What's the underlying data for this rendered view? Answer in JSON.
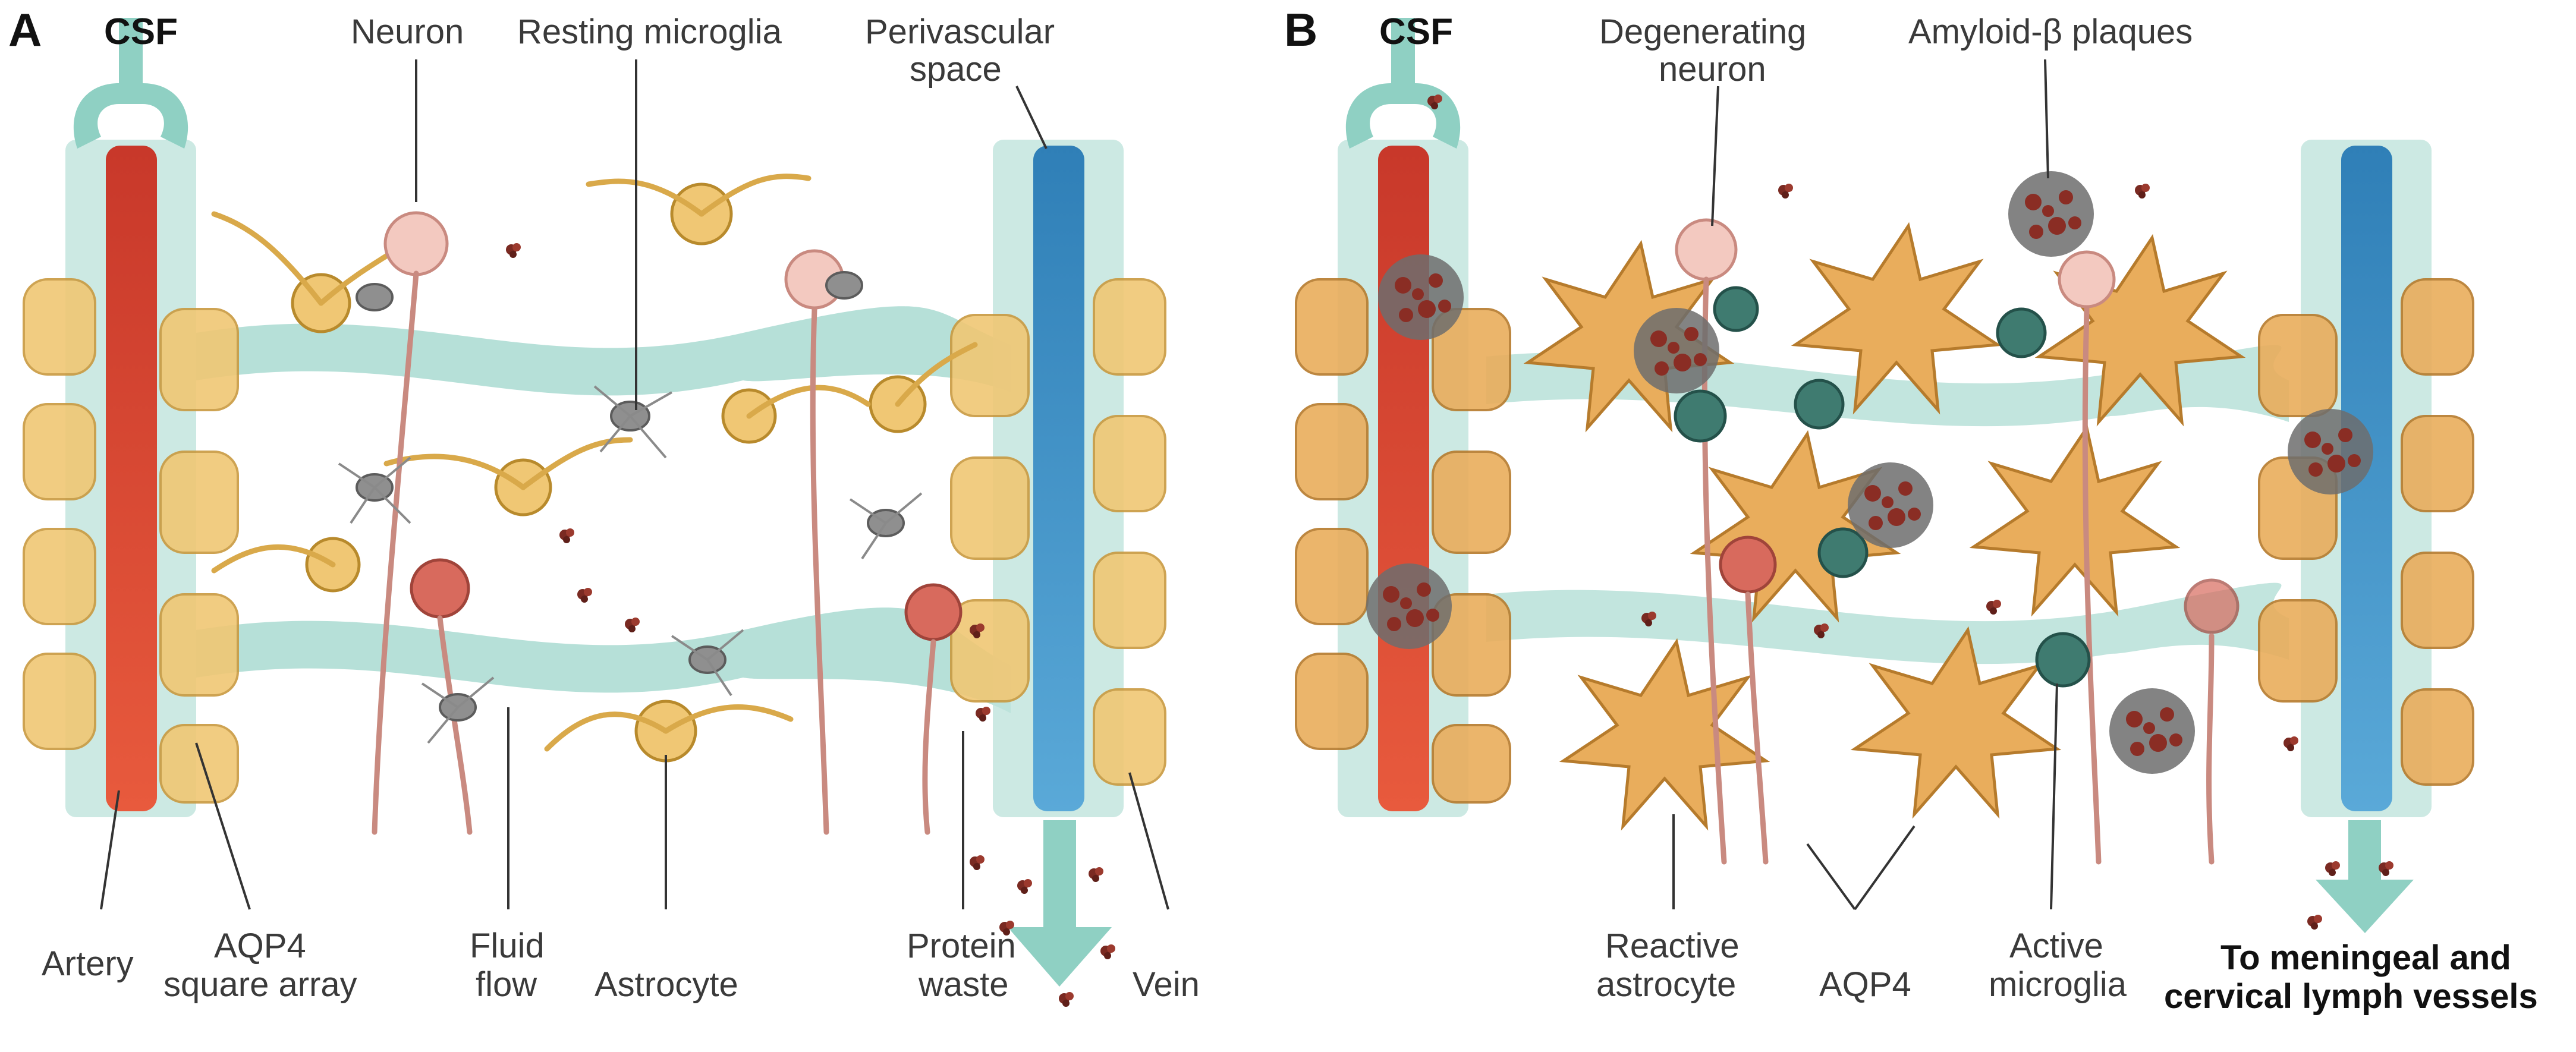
{
  "panel_a": {
    "letter": "A",
    "csf": "CSF",
    "labels": {
      "neuron": "Neuron",
      "resting_microglia": "Resting microglia",
      "perivascular_space_1": "Perivascular",
      "perivascular_space_2": "space",
      "artery": "Artery",
      "aqp4_array_1": "AQP4",
      "aqp4_array_2": "square array",
      "fluid_flow_1": "Fluid",
      "fluid_flow_2": "flow",
      "astrocyte": "Astrocyte",
      "protein_waste_1": "Protein",
      "protein_waste_2": "waste",
      "vein": "Vein"
    }
  },
  "panel_b": {
    "letter": "B",
    "csf": "CSF",
    "labels": {
      "degenerating_neuron_1": "Degenerating",
      "degenerating_neuron_2": "neuron",
      "amyloid_plaques": "Amyloid-β plaques",
      "reactive_astrocyte_1": "Reactive",
      "reactive_astrocyte_2": "astrocyte",
      "aqp4": "AQP4",
      "active_microglia_1": "Active",
      "active_microglia_2": "microglia",
      "lymph_1": "To meningeal and",
      "lymph_2": "cervical lymph vessels"
    }
  },
  "colors": {
    "artery": "#d9472f",
    "vein": "#3b8fc4",
    "perivascular": "#bfe3dc",
    "flow": "#8fd0c3",
    "astrocyte": "#f0c774",
    "reactive_astrocyte": "#e9ad5c",
    "neuron": "#f3c9c0",
    "microglia_resting": "#8f8f8f",
    "microglia_active": "#3f7b70",
    "protein": "#7a2a22"
  }
}
